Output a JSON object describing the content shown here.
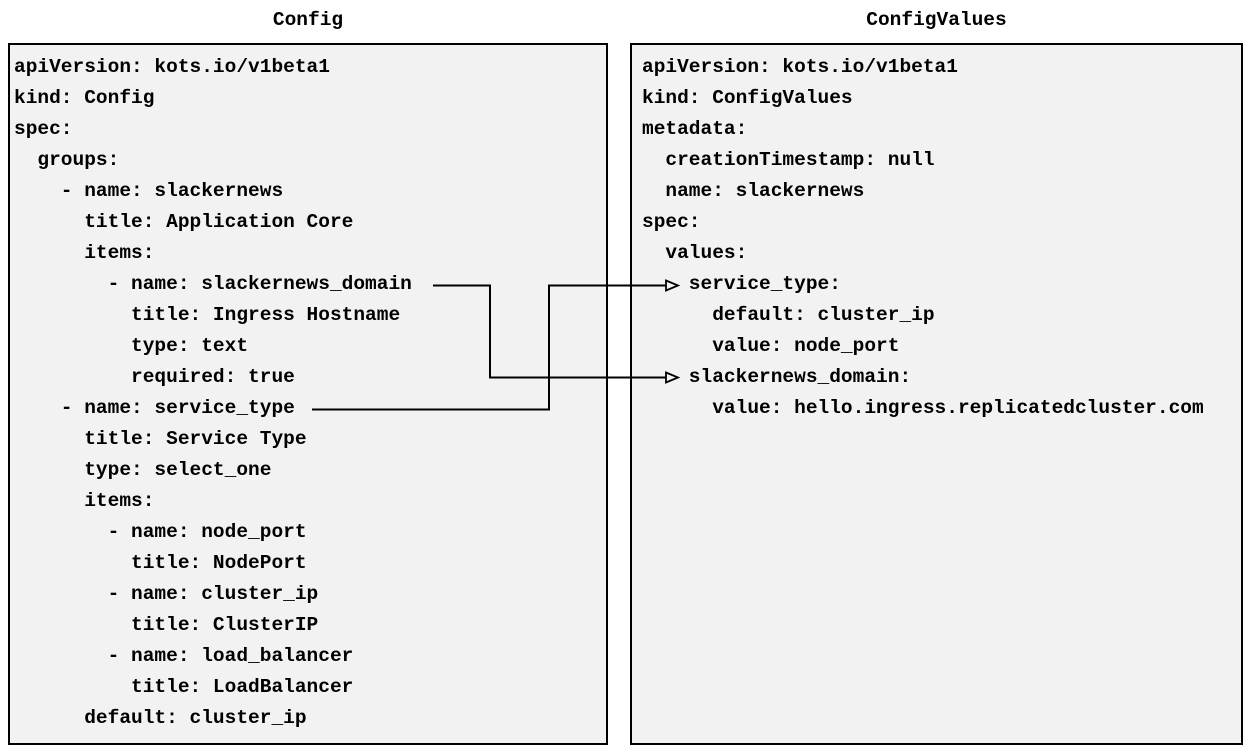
{
  "diagram": {
    "left_panel": {
      "title": "Config",
      "code_lines": [
        "apiVersion: kots.io/v1beta1",
        "kind: Config",
        "spec:",
        "  groups:",
        "    - name: slackernews",
        "      title: Application Core",
        "      items:",
        "        - name: slackernews_domain",
        "          title: Ingress Hostname",
        "          type: text",
        "          required: true",
        "    - name: service_type",
        "      title: Service Type",
        "      type: select_one",
        "      items:",
        "        - name: node_port",
        "          title: NodePort",
        "        - name: cluster_ip",
        "          title: ClusterIP",
        "        - name: load_balancer",
        "          title: LoadBalancer",
        "      default: cluster_ip"
      ]
    },
    "right_panel": {
      "title": "ConfigValues",
      "code_lines": [
        "apiVersion: kots.io/v1beta1",
        "kind: ConfigValues",
        "metadata:",
        "  creationTimestamp: null",
        "  name: slackernews",
        "spec:",
        "  values:",
        "    service_type:",
        "      default: cluster_ip",
        "      value: node_port",
        "    slackernews_domain:",
        "      value: hello.ingress.replicatedcluster.com"
      ]
    },
    "connections": [
      {
        "from": "Config item slackernews_domain",
        "to": "ConfigValues value slackernews_domain"
      },
      {
        "from": "Config item service_type",
        "to": "ConfigValues value service_type"
      }
    ],
    "colors": {
      "panel_bg": "#f2f2f2",
      "border": "#000000",
      "text": "#000000",
      "arrow": "#000000"
    }
  }
}
